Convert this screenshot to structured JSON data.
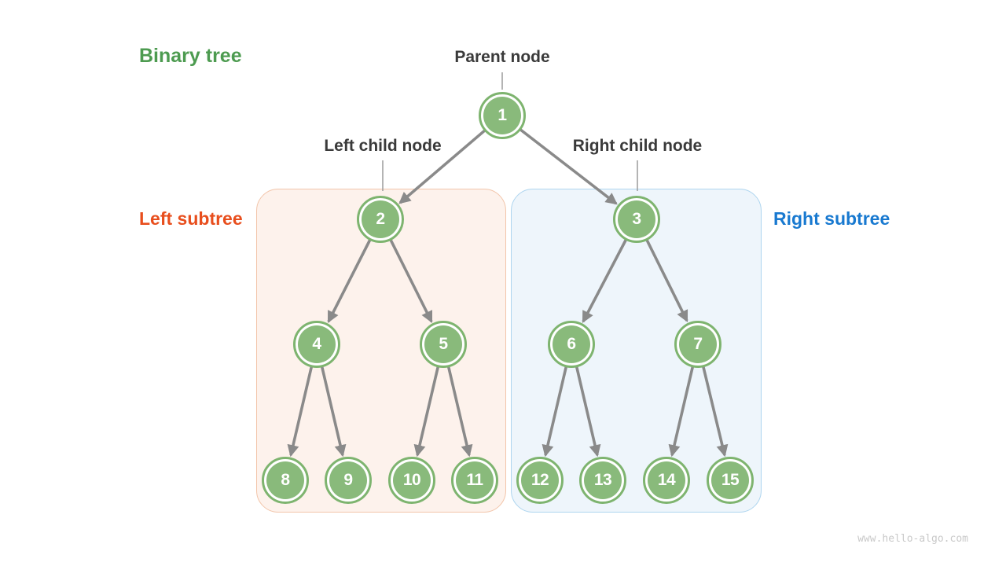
{
  "title": {
    "text": "Binary tree"
  },
  "annotations": {
    "parent_node": "Parent node",
    "left_child_node": "Left child node",
    "right_child_node": "Right child node",
    "left_subtree": "Left subtree",
    "right_subtree": "Right subtree"
  },
  "watermark": "www.hello-algo.com",
  "colors": {
    "title_green": "#4d9b50",
    "left_subtree_orange": "#e84e1d",
    "right_subtree_blue": "#1879d0",
    "label_dark": "#3a3a3a",
    "node_fill": "#89ba7b",
    "node_ring": "#7eb46f",
    "node_text": "#ffffff",
    "arrow_gray": "#8a8a8a",
    "connector_gray": "#9b9b9b",
    "left_box_fill": "#fdf2ec",
    "left_box_border": "#f2c5aa",
    "right_box_fill": "#eef5fb",
    "right_box_border": "#aed5ef",
    "watermark_gray": "#c9c9c9"
  },
  "tree": {
    "values": [
      "1",
      "2",
      "3",
      "4",
      "5",
      "6",
      "7",
      "8",
      "9",
      "10",
      "11",
      "12",
      "13",
      "14",
      "15"
    ],
    "edges": [
      [
        "1",
        "2"
      ],
      [
        "1",
        "3"
      ],
      [
        "2",
        "4"
      ],
      [
        "2",
        "5"
      ],
      [
        "3",
        "6"
      ],
      [
        "3",
        "7"
      ],
      [
        "4",
        "8"
      ],
      [
        "4",
        "9"
      ],
      [
        "5",
        "10"
      ],
      [
        "5",
        "11"
      ],
      [
        "6",
        "12"
      ],
      [
        "6",
        "13"
      ],
      [
        "7",
        "14"
      ],
      [
        "7",
        "15"
      ]
    ],
    "left_subtree_values": [
      "2",
      "4",
      "5",
      "8",
      "9",
      "10",
      "11"
    ],
    "right_subtree_values": [
      "3",
      "6",
      "7",
      "12",
      "13",
      "14",
      "15"
    ]
  }
}
